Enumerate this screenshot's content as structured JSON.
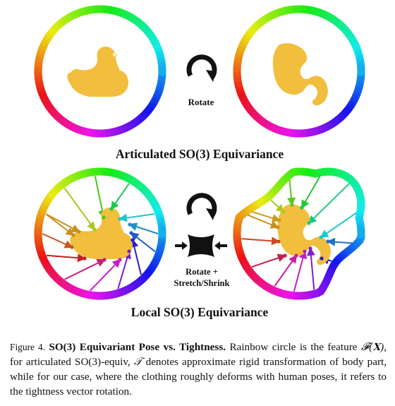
{
  "figure": {
    "top_label": "Articulated SO(3) Equivariance",
    "bottom_label": "Local SO(3) Equivariance",
    "rotate_label": "Rotate",
    "rotate_stretch_label_1": "Rotate +",
    "rotate_stretch_label_2": "Stretch/Shrink",
    "duck_color": "#F2BE3E"
  },
  "caption": {
    "label": "Figure 4.",
    "bold_title": "SO(3) Equivariant Pose vs. Tightness.",
    "text_1": "Rainbow circle is the feature",
    "feature_symbol": "𝓕(𝐗)",
    "text_2": ", for articulated SO(3)-equiv,",
    "t_symbol": "𝒯",
    "text_3": "denotes approximate rigid transformation of body part, while for our case, where the clothing roughly deforms with human poses, it refers to the tightness vector rotation."
  }
}
